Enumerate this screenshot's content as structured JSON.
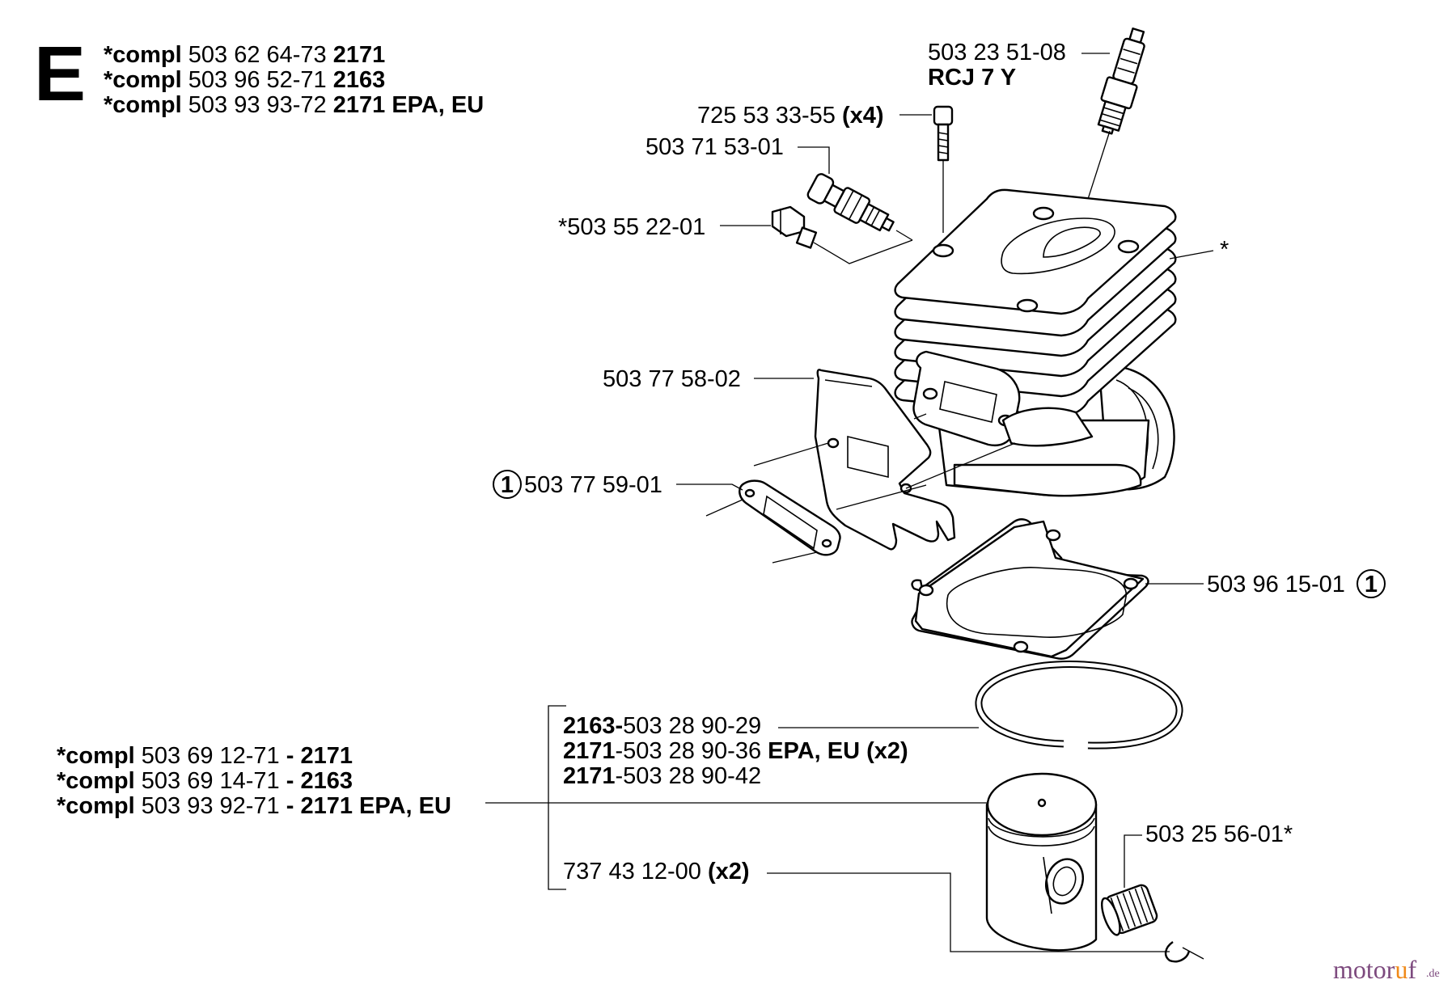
{
  "section_letter": "E",
  "top_kits": [
    {
      "prefix": "*compl",
      "number": "503 62 64-73",
      "model": "2171",
      "suffix": ""
    },
    {
      "prefix": "*compl",
      "number": "503 96 52-71",
      "model": "2163",
      "suffix": ""
    },
    {
      "prefix": "*compl",
      "number": "503 93 93-72",
      "model": "2171 EPA, EU",
      "suffix": ""
    }
  ],
  "parts": {
    "spark_plug": {
      "number": "503 23 51-08",
      "type": "RCJ 7 Y"
    },
    "cyl_screw": {
      "number": "725 53 33-55",
      "qty": "(x4)"
    },
    "decomp_valve": {
      "number": "503 71 53-01"
    },
    "plug": {
      "number": "*503 55 22-01"
    },
    "cylinder": {
      "mark": "*"
    },
    "heat_shield": {
      "number": "503 77 58-02"
    },
    "exhaust_gasket": {
      "badge": "1",
      "number": "503 77 59-01"
    },
    "base_gasket": {
      "number": "503 96 15-01",
      "badge": "1"
    },
    "bearing": {
      "number": "503 25 56-01*"
    },
    "circlip": {
      "number": "737 43 12-00",
      "qty": "(x2)"
    }
  },
  "piston_kits": [
    {
      "prefix": "*compl",
      "number": "503 69 12-71",
      "model": "- 2171"
    },
    {
      "prefix": "*compl",
      "number": "503 69 14-71",
      "model": "- 2163"
    },
    {
      "prefix": "*compl",
      "number": "503 93 92-71",
      "model": "- 2171 EPA, EU"
    }
  ],
  "rings": [
    {
      "model": "2163-",
      "number": "503 28 90-29",
      "extra": ""
    },
    {
      "model": "2171",
      "number": "-503 28 90-36",
      "extra": " EPA, EU (x2)"
    },
    {
      "model": "2171",
      "number": "-503 28 90-42",
      "extra": ""
    }
  ],
  "watermark": {
    "brand_a": "motor",
    "brand_o": "u",
    "brand_b": "f",
    "tld": ".de"
  }
}
